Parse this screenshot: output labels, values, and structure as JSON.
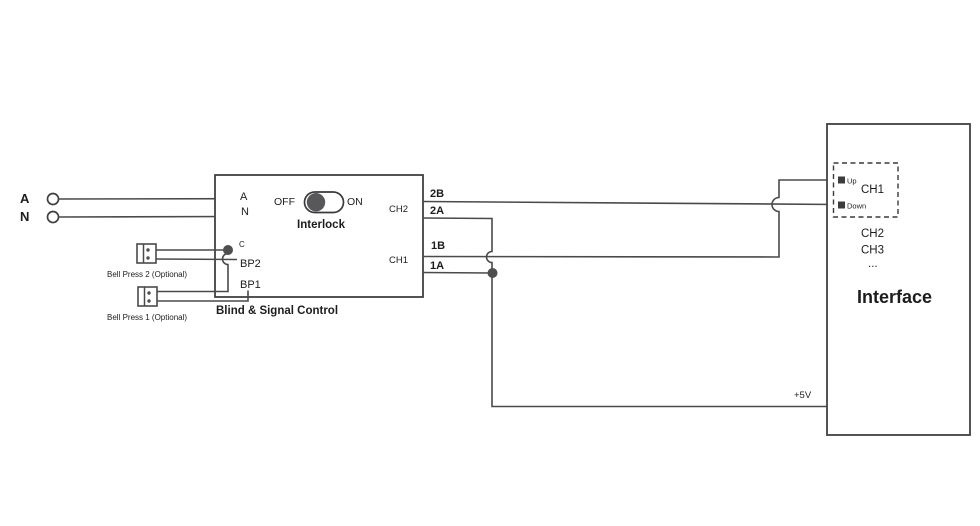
{
  "supply": {
    "live": "A",
    "neutral": "N"
  },
  "controller": {
    "title": "Blind & Signal Control",
    "terminal_a": "A",
    "terminal_n": "N",
    "interlock": {
      "off": "OFF",
      "on": "ON",
      "label": "Interlock",
      "state": "OFF"
    },
    "ch2": "CH2",
    "ch1": "CH1",
    "terminal_c": "C",
    "terminal_bp2": "BP2",
    "terminal_bp1": "BP1"
  },
  "bell_press_2_label": "Bell Press 2 (Optional)",
  "bell_press_1_label": "Bell Press 1 (Optional)",
  "wires": {
    "w2b": "2B",
    "w2a": "2A",
    "w1b": "1B",
    "w1a": "1A",
    "supply_5v": "+5V"
  },
  "interface": {
    "title": "Interface",
    "ch1": "CH1",
    "up": "Up",
    "down": "Down",
    "ch2": "CH2",
    "ch3": "CH3",
    "more": "..."
  },
  "colors": {
    "wire": "#4a4a4a",
    "text": "#1d1d1d",
    "knob": "#58585b"
  }
}
